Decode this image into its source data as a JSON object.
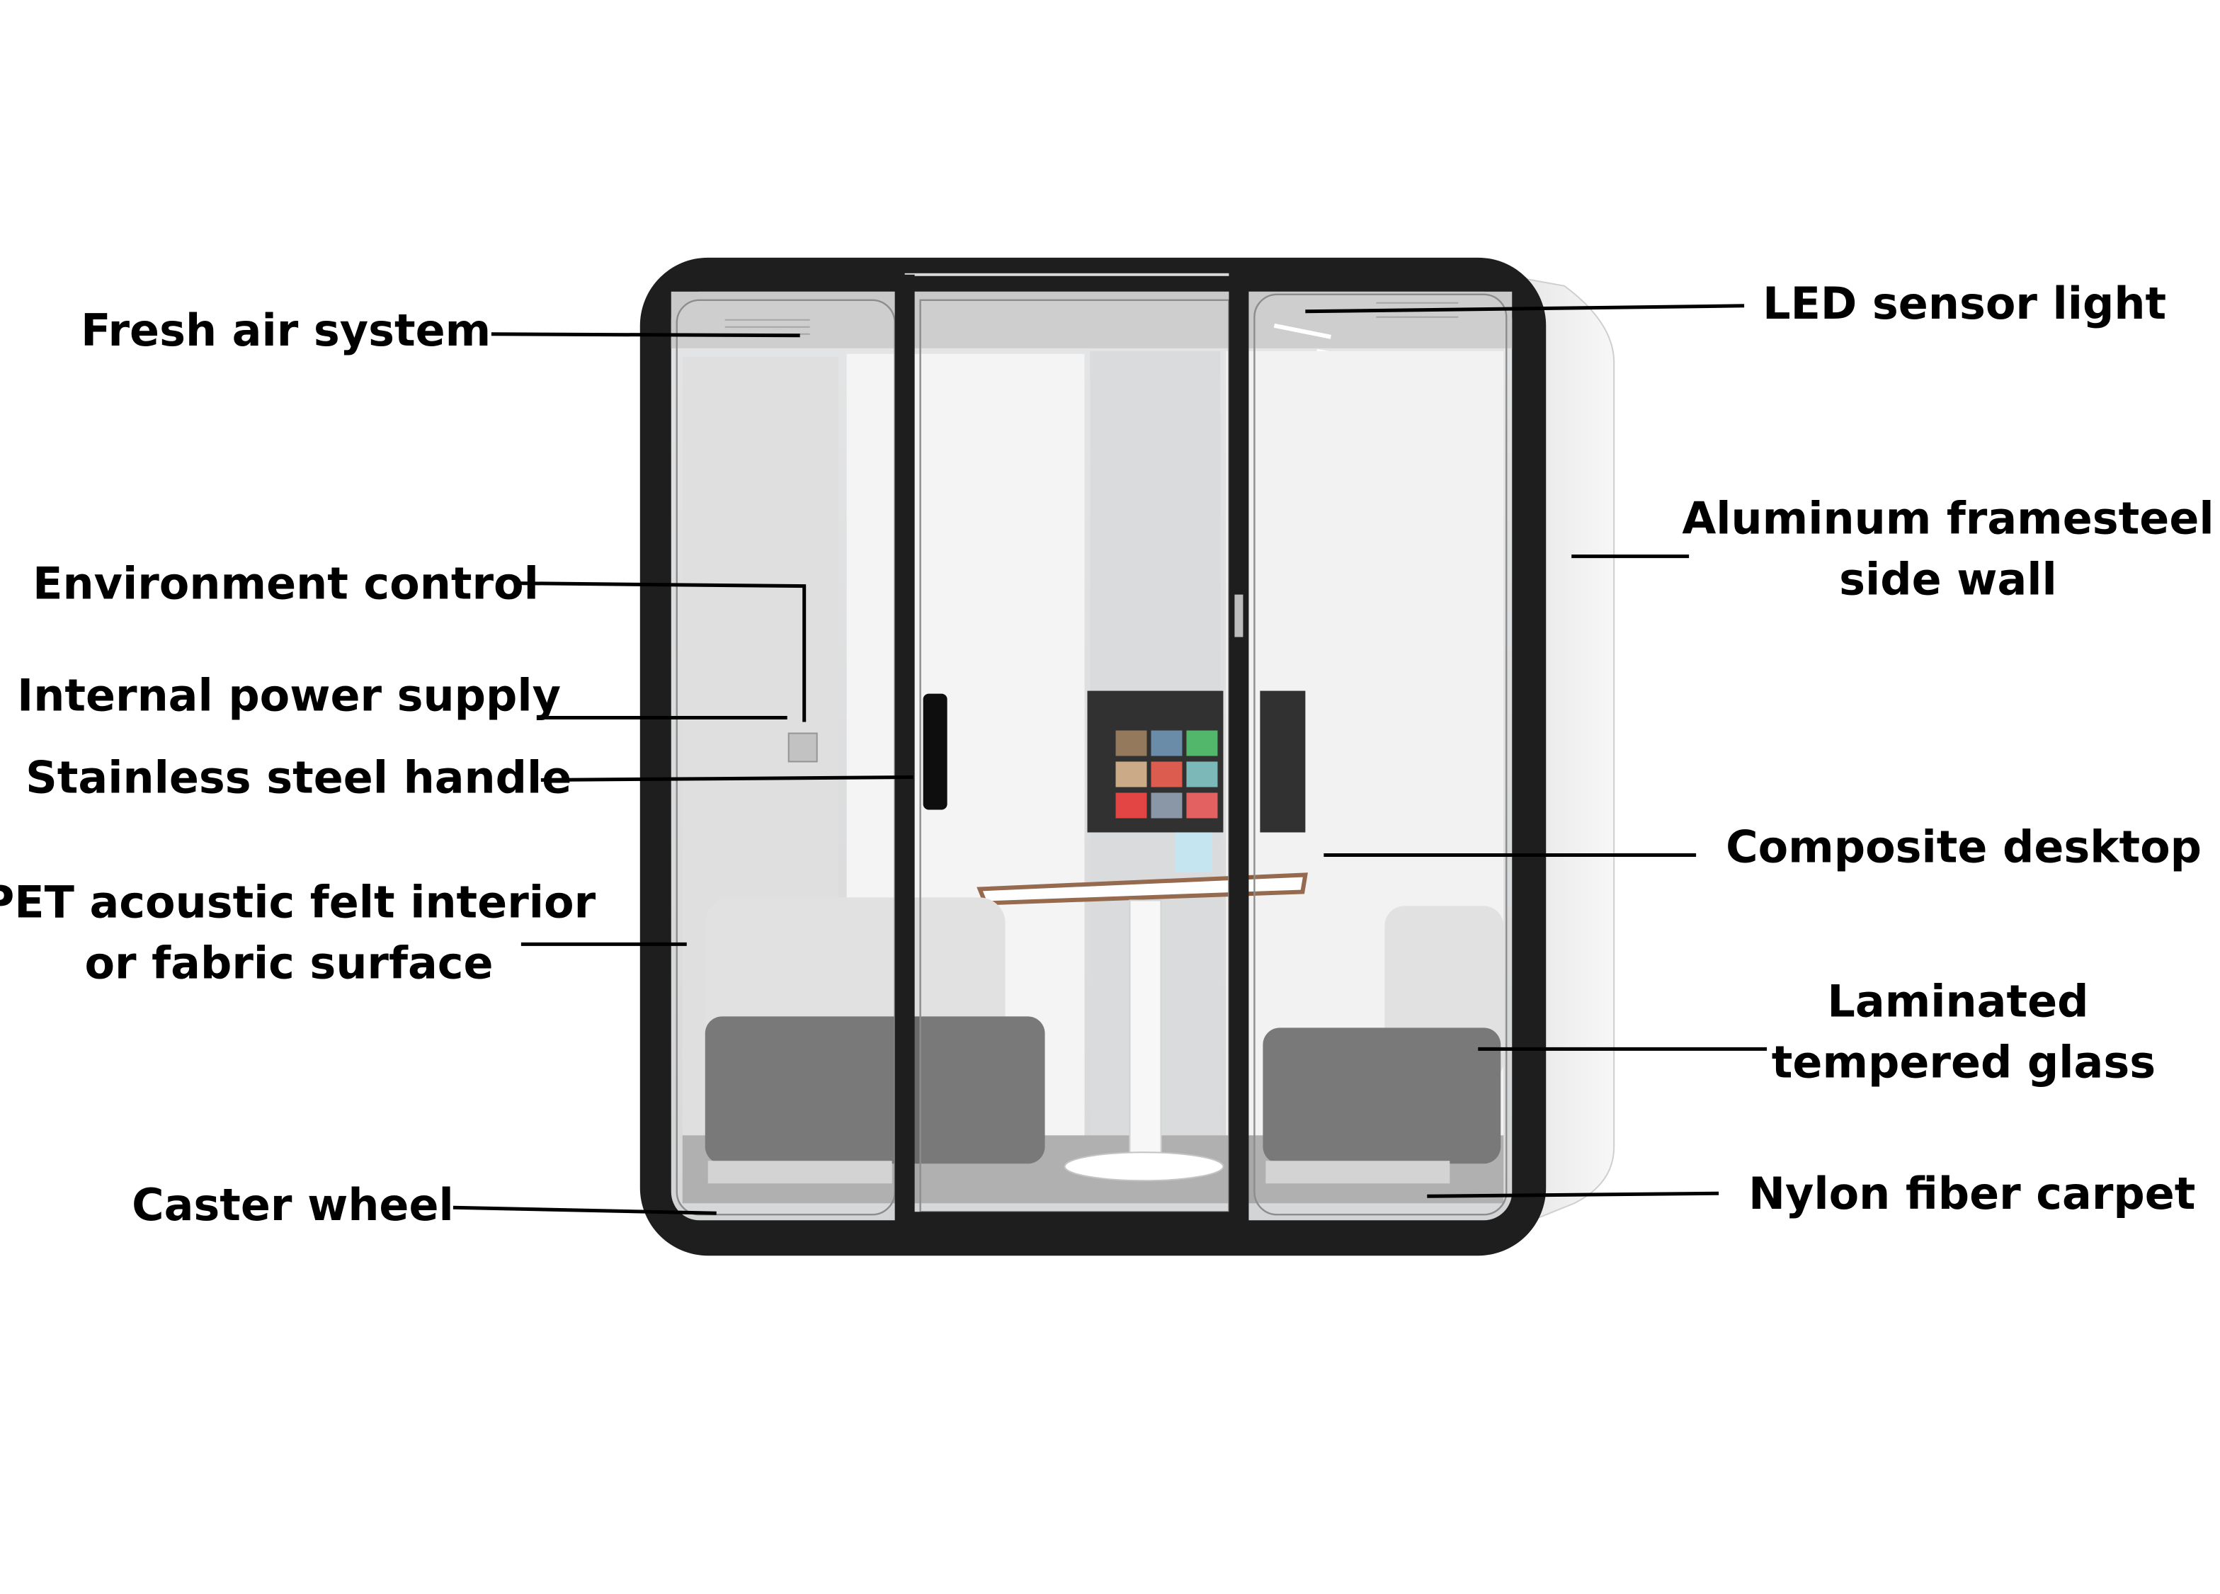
{
  "labels": {
    "fresh_air": "Fresh air system",
    "env_control": "Environment control",
    "power": "Internal power supply",
    "handle": "Stainless steel handle",
    "pet_line1": "PET acoustic felt interior",
    "pet_line2": "or fabric surface",
    "caster": "Caster wheel",
    "led": "LED sensor light",
    "alu_line1": "Aluminum framesteel",
    "alu_line2": "side wall",
    "desktop": "Composite desktop",
    "glass_line1": "Laminated",
    "glass_line2": "tempered glass",
    "carpet": "Nylon fiber carpet"
  },
  "colors": {
    "frame": "#1e1e1e",
    "interior": "#dadbdc",
    "back_panel": "#f3f3f3",
    "sofa_seat": "#6a6a6a",
    "sofa_back": "#dedede",
    "side_wall": "#ececec",
    "leader": "#000000"
  }
}
